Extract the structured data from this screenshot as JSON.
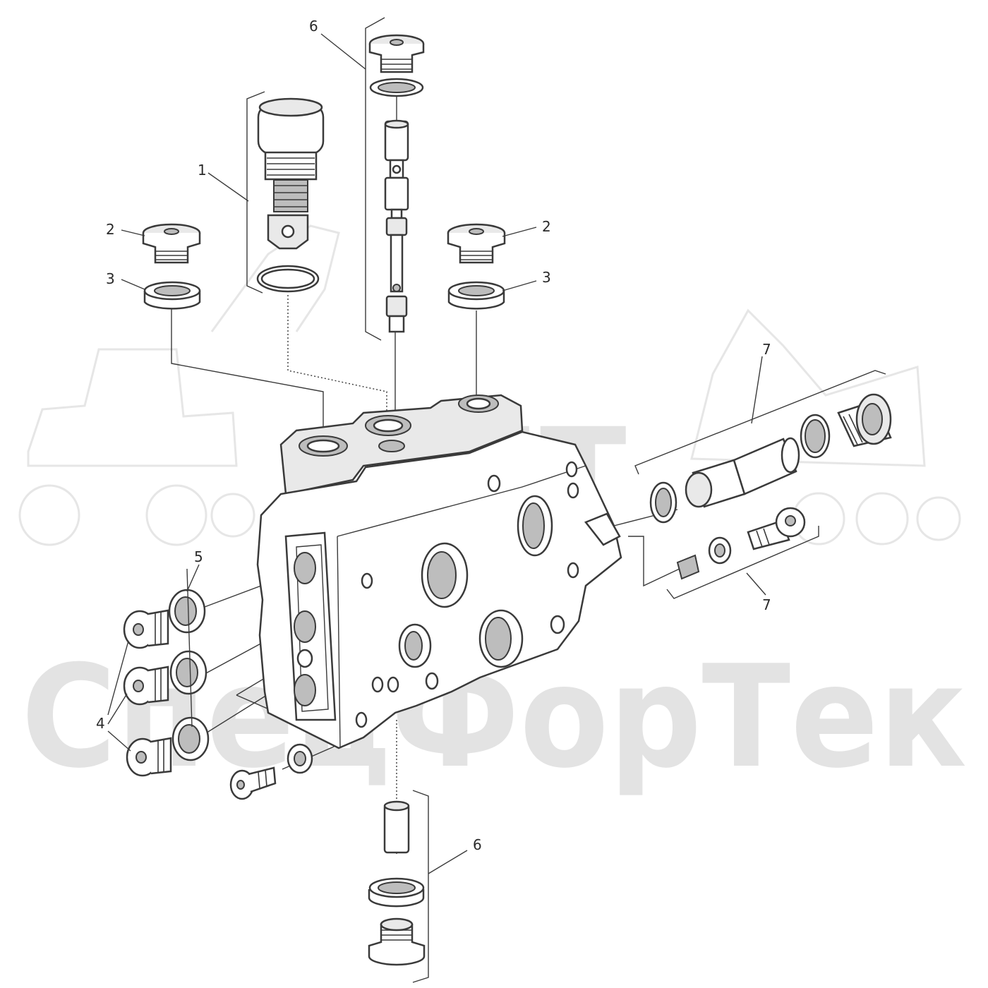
{
  "watermark": {
    "logo_text": "SFT",
    "company_text": "СпецФорТек",
    "color": "#e3e3e3"
  },
  "callouts": [
    "1",
    "2",
    "3",
    "4",
    "5",
    "6",
    "7"
  ],
  "colors": {
    "line": "#3a3a3a",
    "shade": "#bdbdbd",
    "background": "#ffffff"
  }
}
